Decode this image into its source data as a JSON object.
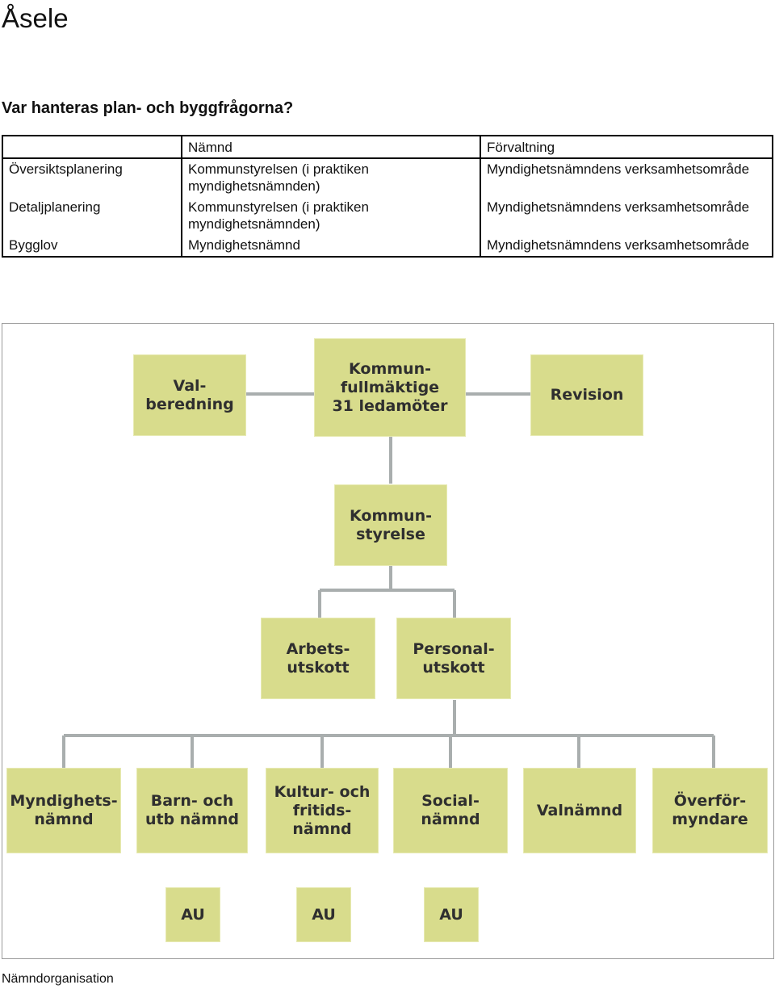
{
  "title": "Åsele",
  "subtitle": "Var hanteras plan- och byggfrågorna?",
  "table": {
    "headers": [
      "",
      "Nämnd",
      "Förvaltning"
    ],
    "rows": [
      [
        "Översiktsplanering",
        "Kommunstyrelsen (i praktiken myndighetsnämnden)",
        "Myndighetsnämndens verksamhetsområde"
      ],
      [
        "Detaljplanering",
        "Kommunstyrelsen (i praktiken myndighetsnämnden)",
        "Myndighetsnämndens verksamhetsområde"
      ],
      [
        "Bygglov",
        "Myndighetsnämnd",
        "Myndighetsnämndens verksamhetsområde"
      ]
    ]
  },
  "org": {
    "valberedning": "Val-\nberedning",
    "fullmaktige": "Kommun-\nfullmäktige\n31 ledamöter",
    "revision": "Revision",
    "kommunstyrelse": "Kommun-\nstyrelse",
    "arbetsutskott": "Arbets-\nutskott",
    "personalutskott": "Personal-\nutskott",
    "myndighetsnamnd": "Myndighets-\nnämnd",
    "barn_utb": "Barn- och\nutb nämnd",
    "kultur_fritid": "Kultur- och\nfritids-\nnämnd",
    "social": "Social-\nnämnd",
    "valnamnd": "Valnämnd",
    "overformyndare": "Överför-\nmyndare",
    "au_1": "AU",
    "au_2": "AU",
    "au_3": "AU"
  },
  "colors": {
    "box_fill": "#d8dc8c",
    "connector": "#a9aeae"
  },
  "caption": "Nämndorganisation"
}
